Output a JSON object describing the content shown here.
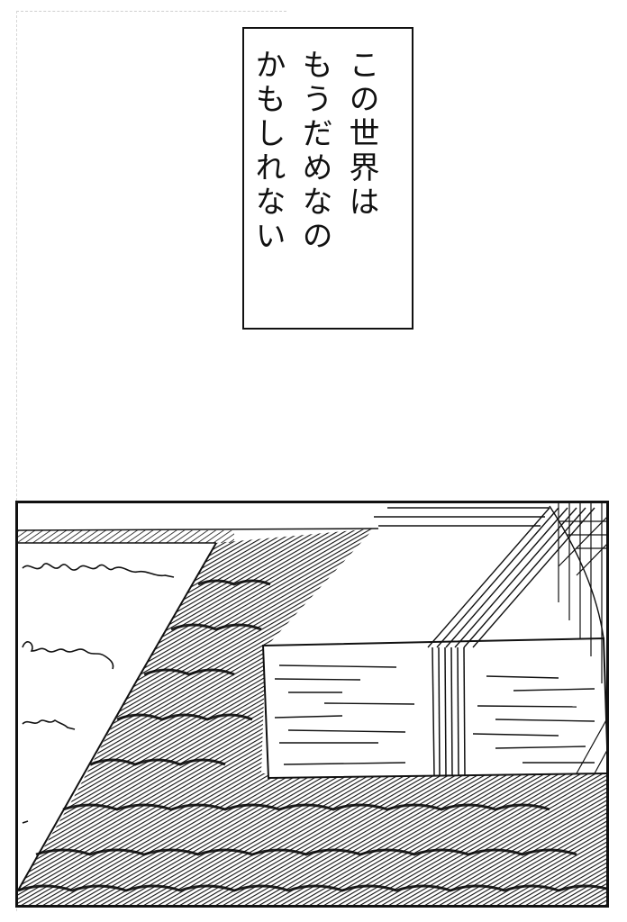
{
  "page": {
    "type": "manga-page",
    "background": "#ffffff",
    "ink": "#111111"
  },
  "caption": {
    "lines": [
      "この世界は",
      "もうだめなの",
      "かもしれない"
    ],
    "reading_direction": "vertical-right-to-left"
  },
  "panel": {
    "description": "Stone-paved path leading past a white wooden building; scribbled shrubs along a hedge on the left",
    "elements": {
      "hedge_top": "diagonal-hatched strip",
      "shrubs": [
        "shrub-scribble-1",
        "shrub-scribble-2",
        "shrub-scribble-3"
      ],
      "path": "hatched cobblestone pavement",
      "building": "white wall with horizontal wood-grain lines and vertical pillar",
      "roof_beams": "diagonal line hatching",
      "corner": "crosshatched shadow"
    }
  }
}
